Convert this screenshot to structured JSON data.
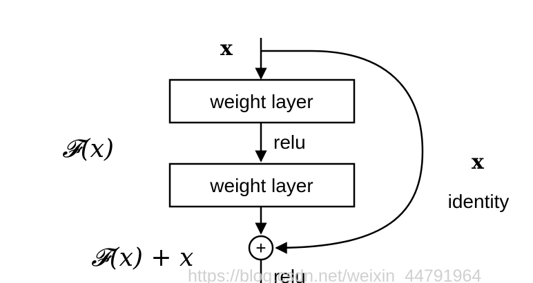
{
  "diagram": {
    "input_label": "x",
    "layers": [
      {
        "label": "weight layer"
      },
      {
        "label": "weight layer"
      }
    ],
    "relu_inner_label": "relu",
    "relu_output_label": "relu",
    "residual_function_label": "𝓕(x)",
    "sum_label": "𝓕(x) + x",
    "sum_symbol": "+",
    "shortcut": {
      "variable_label": "x",
      "name_label": "identity"
    },
    "watermark": "https://blog.csdn.net/weixin_44791964"
  },
  "colors": {
    "line": "#000000",
    "background": "#ffffff",
    "watermark": "#c8c8c8"
  }
}
